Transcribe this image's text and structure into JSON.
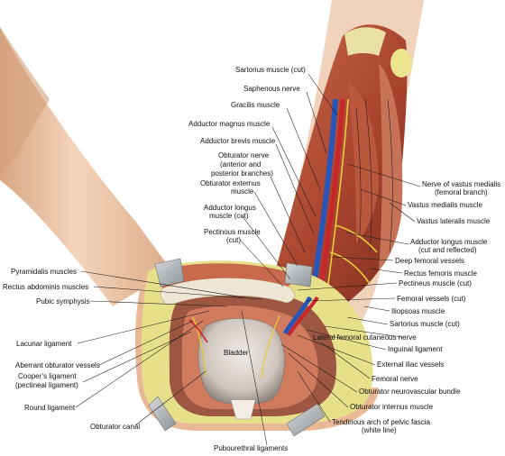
{
  "colors": {
    "background": "#ffffff",
    "skin": "#f2cfb3",
    "skin_shadow": "#d9a986",
    "fat": "#e6e08a",
    "muscle": "#b5563c",
    "muscle_light": "#d48668",
    "artery": "#c8262b",
    "vein": "#2a55b8",
    "nerve": "#e9cc3a",
    "bladder": "#d8d0cb",
    "retractor": "#b9bcbf"
  },
  "labels": {
    "sartorius_cut_top": "Sartorius muscle (cut)",
    "saphenous_nerve": "Saphenous nerve",
    "gracilis": "Gracilis muscle",
    "adductor_magnus": "Adductor magnus muscle",
    "adductor_brevis": "Adductor brevis muscle",
    "obturator_nerve_1": "Obturator nerve",
    "obturator_nerve_2": "(anterior and",
    "obturator_nerve_3": "posterior branches)",
    "obturator_externus_1": "Obturator externus",
    "obturator_externus_2": "muscle",
    "adductor_longus_left_1": "Adductor longus",
    "adductor_longus_left_2": "muscle (cut)",
    "pectinous_1": "Pectinous muscle",
    "pectinous_2": "(cut)",
    "nerve_vastus_1": "Nerve of vastus medialis",
    "nerve_vastus_2": "(femoral branch)",
    "vastus_medialis": "Vastus medialis muscle",
    "vastus_lateralis": "Vastus lateralis muscle",
    "adductor_longus_right_1": "Adductor longus muscle",
    "adductor_longus_right_2": "(cut and reflected)",
    "deep_femoral": "Deep femoral vessels",
    "rectus_femoris": "Rectus femoris muscle",
    "pectineus_cut": "Pectineus muscle (cut)",
    "femoral_vessels_cut": "Femoral vessels (cut)",
    "iliopsoas": "Iliopsoas muscle",
    "sartorius_cut_bottom": "Sartorius muscle (cut)",
    "lateral_femoral": "Lateral femoral cutaneous nerve",
    "inguinal": "Inguinal ligament",
    "external_iliac": "External iliac vessels",
    "femoral_nerve": "Femoral nerve",
    "obturator_bundle": "Obturator neurovascular bundle",
    "obturator_internus": "Obturator internus muscle",
    "tendinous_1": "Tendinous arch of pelvic fascia",
    "tendinous_2": "(white line)",
    "pyramidalis": "Pyramidalis muscles",
    "rectus_abdominis": "Rectus abdominis muscles",
    "pubic_symphysis": "Pubic symphysis",
    "lacunar": "Lacunar ligament",
    "aberrant_obturator": "Aberrant obturator vessels",
    "coopers_1": "Cooper’s ligament",
    "coopers_2": "(pectineal ligament)",
    "round_ligament": "Round ligament",
    "obturator_canal": "Obturator canal",
    "pubourethral": "Pubourethral ligaments",
    "bladder": "Bladder"
  }
}
